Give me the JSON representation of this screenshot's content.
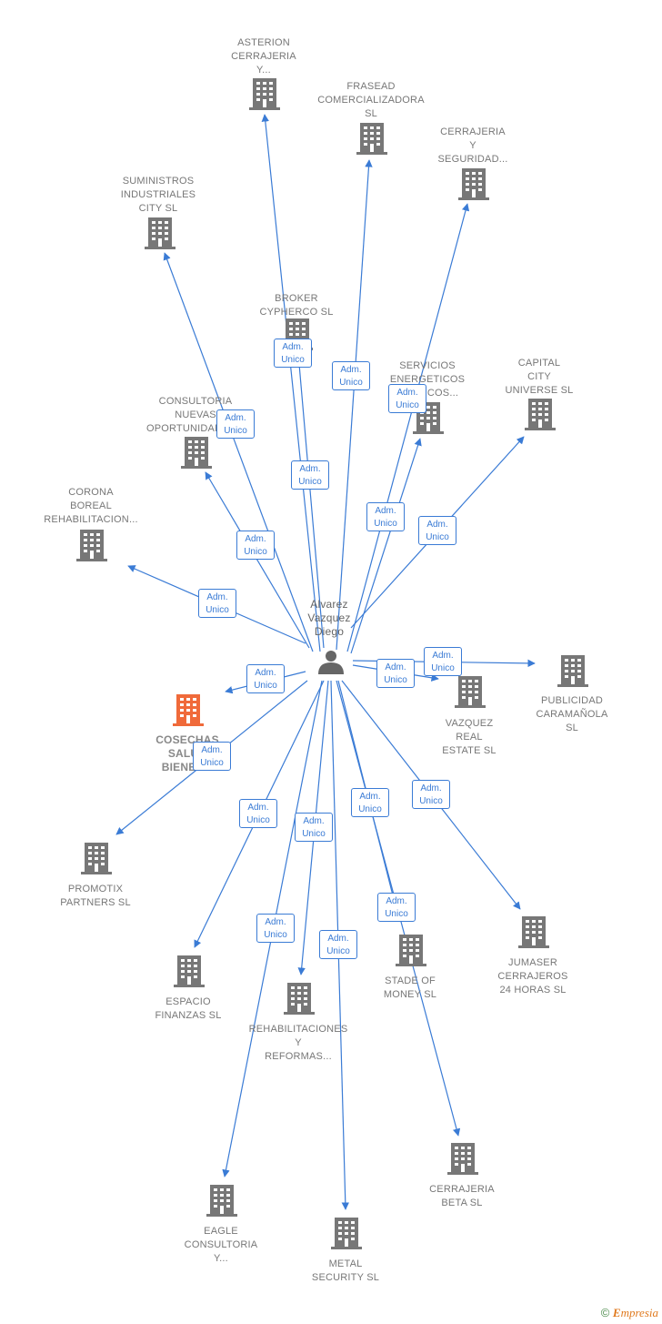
{
  "colors": {
    "edge": "#3a7bd5",
    "building": "#777777",
    "focus_building": "#f06a3a",
    "person": "#666666"
  },
  "center": {
    "name": "Alvarez\nVazquez\nDiego",
    "icon": "person-icon"
  },
  "focus": {
    "name": "COSECHAS\nSALUD\nBIENES...",
    "icon": "building-icon"
  },
  "edge_label": "Adm.\nUnico",
  "companies": [
    {
      "name": "ASTERION\nCERRAJERIA\nY..."
    },
    {
      "name": "FRASEAD\nCOMERCIALIZADORA\nSL"
    },
    {
      "name": "CERRAJERIA\nY\nSEGURIDAD..."
    },
    {
      "name": "SUMINISTROS\nINDUSTRIALES\nCITY  SL"
    },
    {
      "name": "BROKER\nCYPHERCO  SL"
    },
    {
      "name": "SERVICIOS\nENERGETICOS\nTECNICOS..."
    },
    {
      "name": "CAPITAL\nCITY\nUNIVERSE  SL"
    },
    {
      "name": "CONSULTORIA\nNUEVAS\nOPORTUNIDADES..."
    },
    {
      "name": "CORONA\nBOREAL\nREHABILITACION..."
    },
    {
      "name": "VAZQUEZ\nREAL\nESTATE  SL"
    },
    {
      "name": "PUBLICIDAD\nCARAMAÑOLA\nSL"
    },
    {
      "name": "PROMOTIX\nPARTNERS  SL"
    },
    {
      "name": "ESPACIO\nFINANZAS  SL"
    },
    {
      "name": "REHABILITACIONES\nY\nREFORMAS..."
    },
    {
      "name": "STADE OF\nMONEY  SL"
    },
    {
      "name": "JUMASER\nCERRAJEROS\n24 HORAS  SL"
    },
    {
      "name": "CERRAJERIA\nBETA  SL"
    },
    {
      "name": "EAGLE\nCONSULTORIA\nY..."
    },
    {
      "name": "METAL\nSECURITY  SL"
    }
  ],
  "footer": {
    "copyright": "©",
    "brand_initial": "E",
    "brand_rest": "mpresia"
  }
}
